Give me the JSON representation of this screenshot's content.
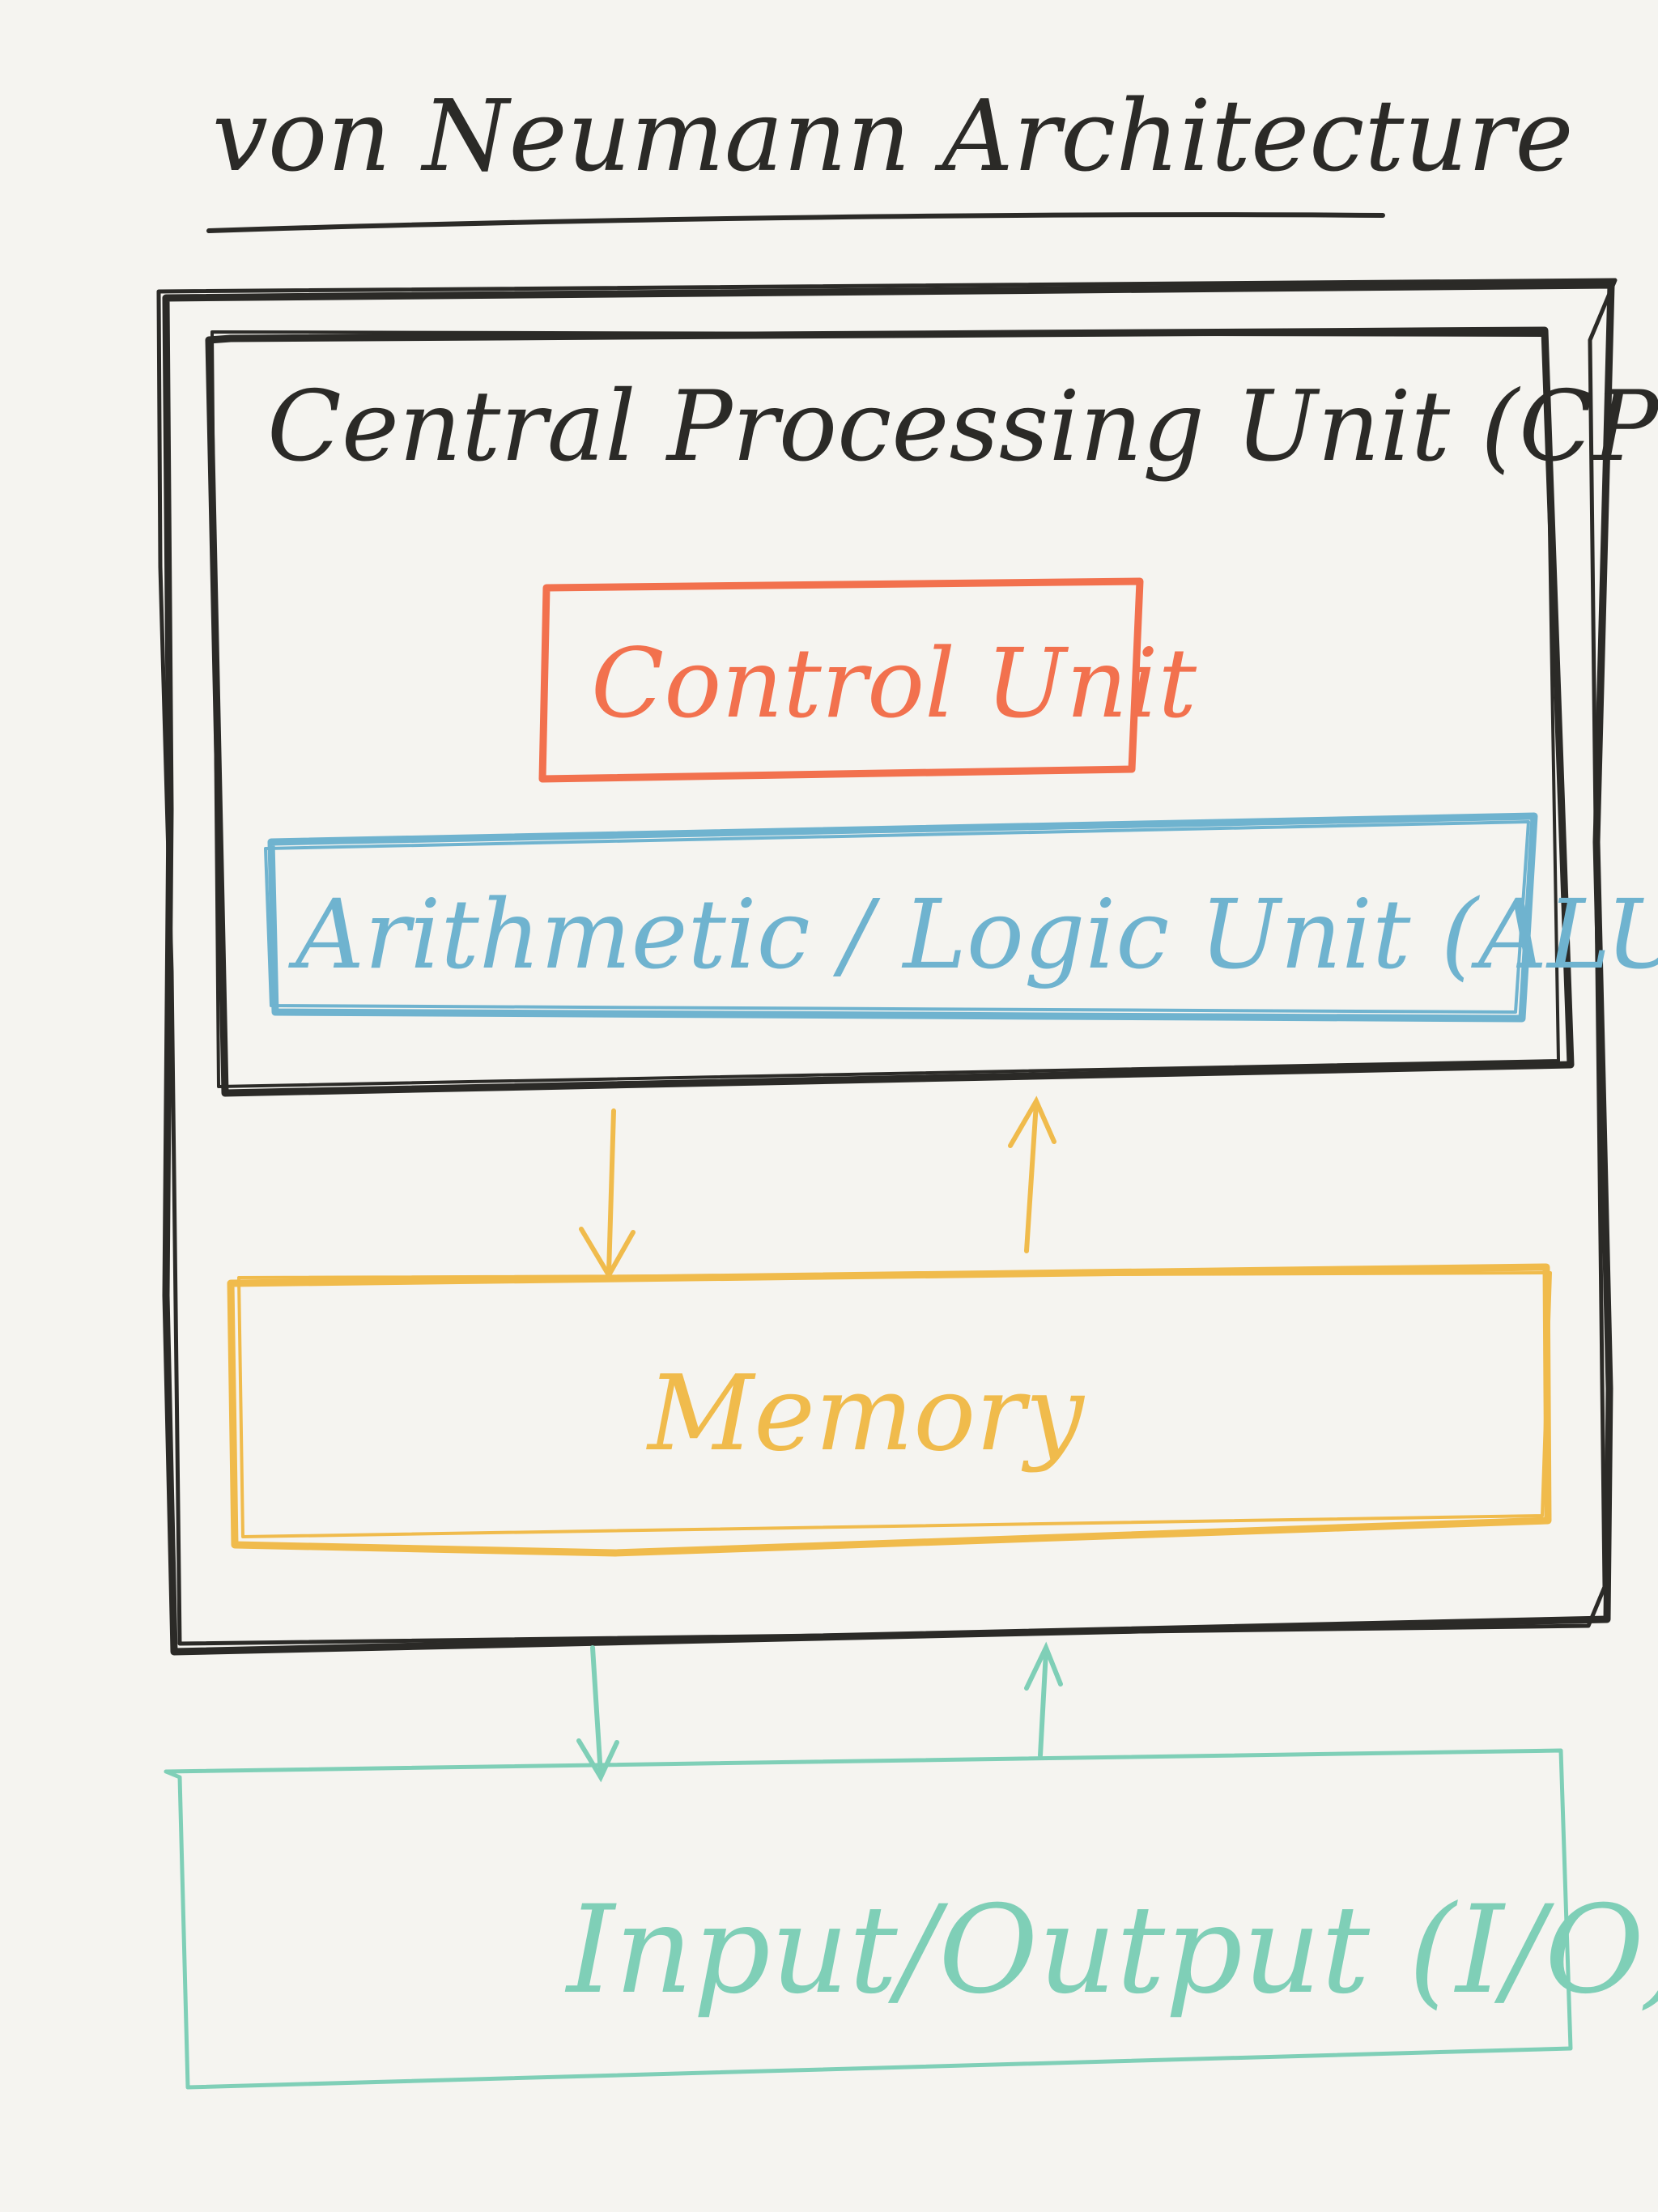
{
  "title": "von Neumann Architecture",
  "cpu": {
    "label": "Central Processing Unit (CPU)",
    "color": "#2b2a27"
  },
  "control_unit": {
    "label": "Control Unit",
    "color": "#f2714e"
  },
  "alu": {
    "label": "Arithmetic / Logic Unit (ALU)",
    "color": "#6fb3cf"
  },
  "memory": {
    "label": "Memory",
    "color": "#f0bb4c"
  },
  "io": {
    "label": "Input/Output (I/O)",
    "color": "#7fcfb7"
  },
  "background_color": "#f5f4f0",
  "ink_color": "#2b2a27"
}
